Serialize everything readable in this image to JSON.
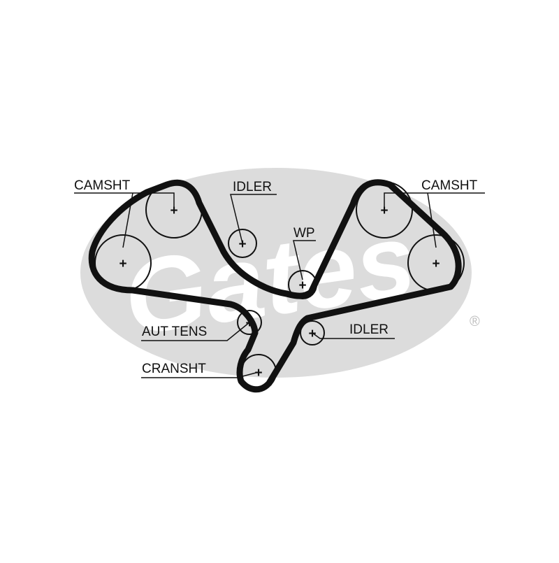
{
  "diagram": {
    "labels": {
      "camshaft_left": "CAMSHT",
      "idler_top": "IDLER",
      "camshaft_right": "CAMSHT",
      "water_pump": "WP",
      "auto_tensioner": "AUT TENS",
      "idler_bottom": "IDLER",
      "crankshaft": "CRANSHT"
    },
    "logo": {
      "text": "Gates",
      "registered_mark": "®"
    },
    "pulley_marker": "+",
    "colors": {
      "belt": "#111111",
      "pulley_stroke": "#111111",
      "logo_gray": "#dcdcdc",
      "text": "#111111"
    }
  }
}
